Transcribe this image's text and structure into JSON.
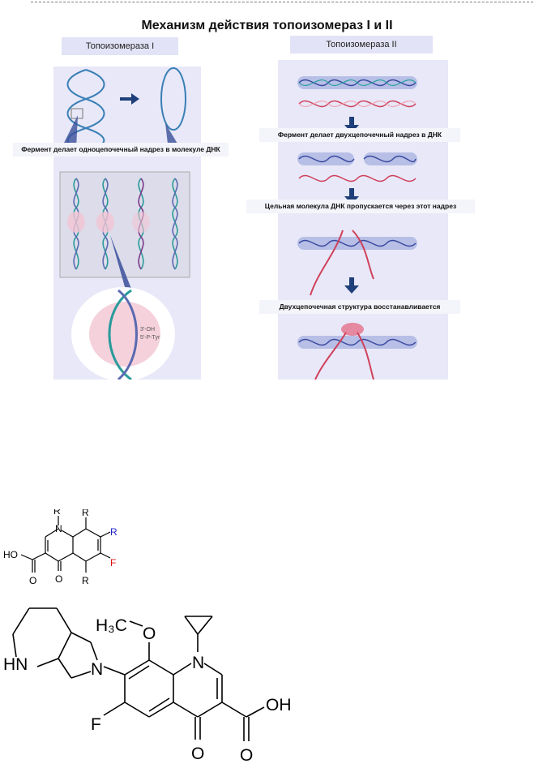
{
  "figure": {
    "title": "Механизм действия топоизомераз I и II",
    "topo1": {
      "label": "Топоизомераза I",
      "caption": "Фермент делает одноцепочечный надрез в молекуле ДНК",
      "zoom_labels": [
        "3'-OH",
        "5'-P-Tyr"
      ]
    },
    "topo2": {
      "label": "Топоизомераза II",
      "step1": "Фермент делает двухцепочечный надрез в ДНК",
      "step2": "Цельная молекула ДНК пропускается через этот надрез",
      "step3": "Двухцепочечная структура восстанавливается"
    }
  },
  "chem1": {
    "labels": {
      "r_n": "R",
      "r_top": "R",
      "r_blue": "R",
      "f": "F",
      "r_bottom": "R",
      "n": "N",
      "ho": "HO",
      "o_acid": "O",
      "o_keto": "O"
    },
    "colors": {
      "blue": "#2222cc",
      "red": "#dd1111"
    }
  },
  "chem2": {
    "labels": {
      "methoxy": "H₃C",
      "o_ether": "O",
      "n_ring": "N",
      "n_pyrrolidine": "N",
      "hn": "HN",
      "f": "F",
      "o_keto": "O",
      "o_acid": "O",
      "oh": "OH"
    }
  }
}
